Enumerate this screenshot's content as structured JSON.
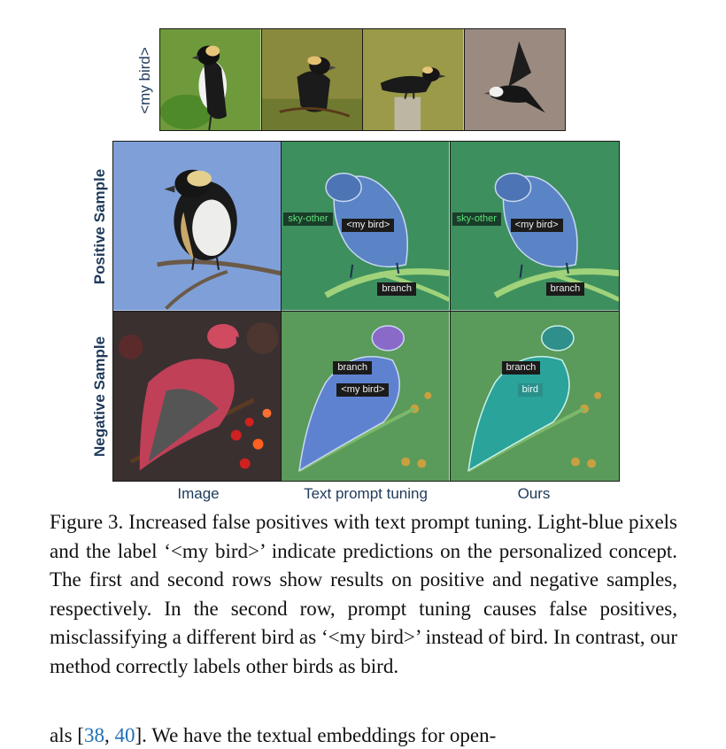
{
  "top_row_label": "<my bird>",
  "row_labels": [
    "Positive Sample",
    "Negative Sample"
  ],
  "column_labels": [
    "Image",
    "Text prompt tuning",
    "Ours"
  ],
  "positive_row": {
    "text_prompt_tuning_tags": [
      "sky-other",
      "<my bird>",
      "branch"
    ],
    "ours_tags": [
      "sky-other",
      "<my bird>",
      "branch"
    ]
  },
  "negative_row": {
    "text_prompt_tuning_tags": [
      "branch",
      "<my bird>"
    ],
    "ours_tags": [
      "branch",
      "bird"
    ]
  },
  "caption": "Figure 3. Increased false positives with text prompt tuning. Light-blue pixels and the label ‘<my bird>’ indicate predictions on the personalized concept. The first and second rows show results on positive and negative samples, respectively. In the second row, prompt tuning causes false positives, misclassifying a different bird as ‘<my bird>’ instead of bird. In contrast, our method correctly labels other birds as bird.",
  "body_fragment": {
    "before": "als [",
    "cite1": "38",
    "sep": ", ",
    "cite2": "40",
    "after": "].  We have the textual embeddings for open-"
  }
}
